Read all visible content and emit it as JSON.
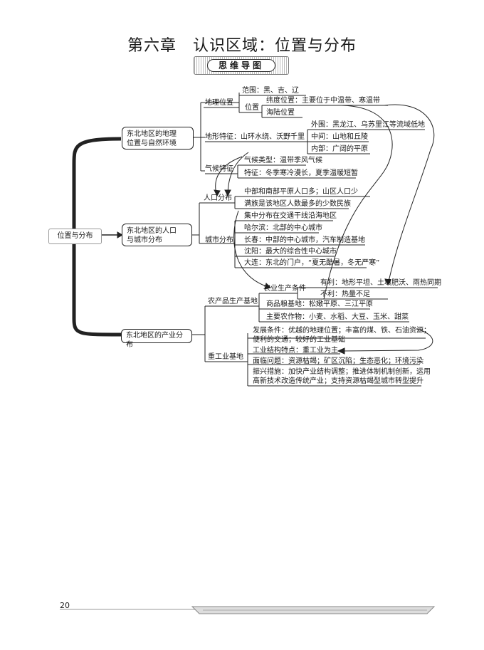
{
  "chapter_title": "第六章　认识区域：位置与分布",
  "banner": "思维导图",
  "root": "位置与分布",
  "branches": {
    "b1": "东北地区的地理位置与自然环境",
    "b1_lines": [
      "东北地区的地理",
      "位置与自然环境"
    ],
    "b2_lines": [
      "东北地区的人口",
      "与城市分布"
    ],
    "b3": "东北地区的产业分布"
  },
  "nodes": {
    "dlwz": "地理位置",
    "fanwei": "范围：黑、吉、辽",
    "weizhi": "位置",
    "wdwz": "纬度位置：主要位于中温带、寒温带",
    "hlwz": "海陆位置",
    "dxtz": "地形特征：山环水绕、沃野千里",
    "waiwei": "外围：黑龙江、乌苏里江等流域低地",
    "zhongjian": "中间：山地和丘陵",
    "neibu": "内部：广阔的平原",
    "qhtz": "气候特征",
    "qhlx": "气候类型：温带季风气候",
    "tezheng": "特征：冬季寒冷漫长，夏季温暖短暂",
    "rkfb": "人口分布",
    "rk1": "中部和南部平原人口多；山区人口少",
    "rk2": "满族是该地区人数最多的少数民族",
    "csfb": "城市分布",
    "cs1": "集中分布在交通干线沿海地区",
    "cs2": "哈尔滨：北部的中心城市",
    "cs3": "长春：中部的中心城市，汽车制造基地",
    "cs4": "沈阳：最大的综合性中心城市",
    "cs5": "大连：东北的门户，“夏无酷暑，冬无严寒”",
    "ncp": "农产品生产基地",
    "nytj": "农业生产条件",
    "youli": "有利：地形平坦、土壤肥沃、雨热同期",
    "buli": "不利：热量不足",
    "splj": "商品粮基地：松嫩平原、三江平原",
    "zyzw": "主要农作物：小麦、水稻、大豆、玉米、甜菜",
    "zgy": "重工业基地",
    "fztj1": "发展条件：优越的地理位置；丰富的煤、铁、石油资源；",
    "fztj2": "便利的交通；较好的工业基础",
    "gyjg": "工业结构特点：重工业为主",
    "mlwt": "面临问题：资源枯竭；矿区沉陷；生态恶化；环境污染",
    "zxcs1": "振兴措施：加快产业结构调整；推进体制机制创新，运用",
    "zxcs2": "高新技术改造传统产业；支持资源枯竭型城市转型提升"
  },
  "page_number": "20"
}
